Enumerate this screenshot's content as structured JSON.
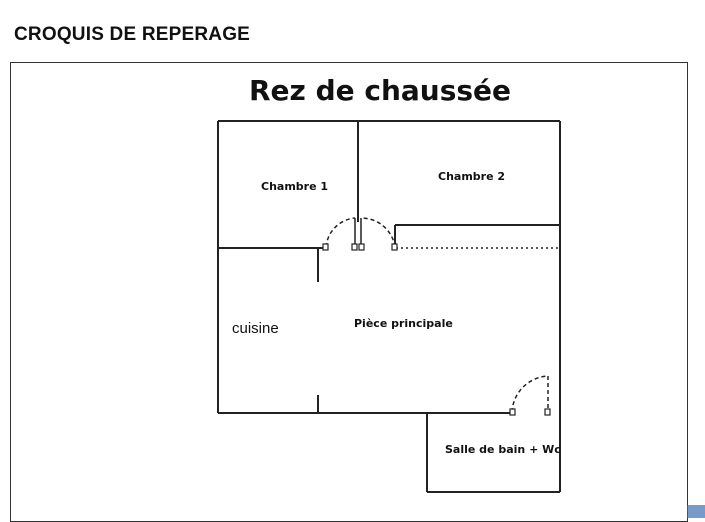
{
  "header": {
    "title": "CROQUIS DE REPERAGE"
  },
  "plan": {
    "title": "Rez de chaussée",
    "rooms": {
      "chambre1": "Chambre 1",
      "chambre2": "Chambre 2",
      "cuisine": "cuisine",
      "piece_principale": "Pièce principale",
      "salle_de_bain": "Salle de bain + Wc"
    }
  },
  "colors": {
    "wall": "#222222",
    "text": "#111111"
  }
}
